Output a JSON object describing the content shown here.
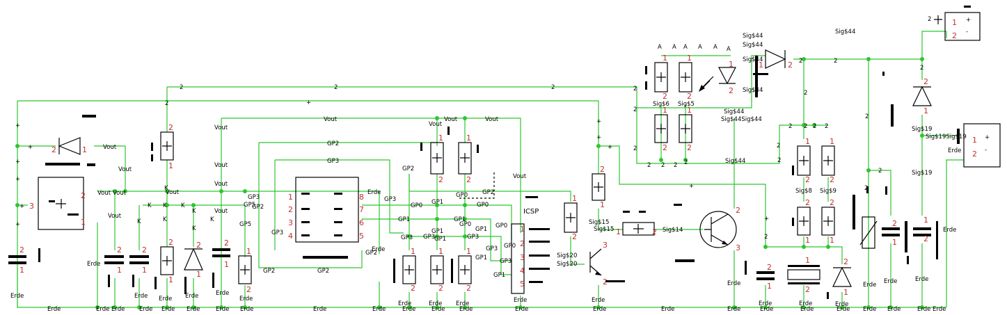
{
  "nets": {
    "erde": "Erde",
    "vout": "Vout",
    "k": "K",
    "gp0": "GP0",
    "gp1": "GP1",
    "gp2": "GP2",
    "gp3": "GP3",
    "gp5": "GP5",
    "two": "2",
    "plus": "+",
    "sig44": "Sig$44",
    "sig19": "Sig$19",
    "sig8": "Sig$8",
    "sig9": "Sig$9",
    "sig6": "Sig$6",
    "sig5": "Sig$5",
    "sig14": "Sig$14",
    "sig15": "Sig$15",
    "sig20": "Sig$20",
    "a": "A",
    "sig19sig19": "Sig$19Sig$19",
    "sig44sig44": "Sig$44Sig$44",
    "sig15sig15": "Sig$15"
  },
  "parts": {
    "icsp": "ICSP",
    "plus": "+",
    "minus": "-"
  },
  "pins": {
    "p1": "1",
    "p2": "2",
    "p3": "3",
    "p4": "4",
    "p5": "5",
    "p6": "6",
    "p7": "7",
    "p8": "8"
  },
  "colors": {
    "wire": "#2ec52e",
    "pin": "#c03030",
    "body": "#000000"
  }
}
